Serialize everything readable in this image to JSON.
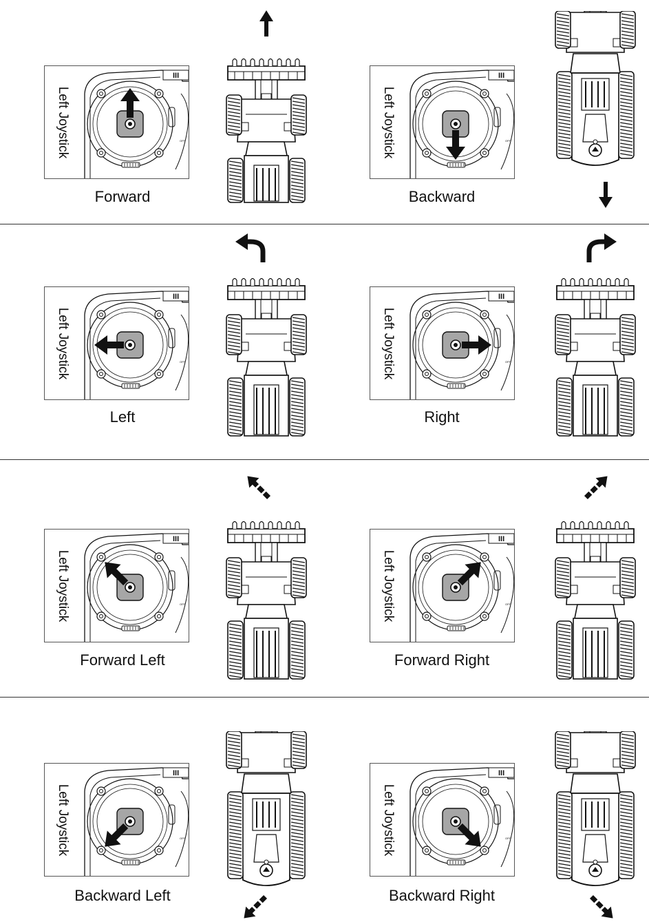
{
  "joystick_label": "Left Joystick",
  "panels": [
    {
      "caption": "Forward",
      "stick_direction": "up",
      "vehicle_view": "front",
      "movement_arrow": "straight-up"
    },
    {
      "caption": "Backward",
      "stick_direction": "down",
      "vehicle_view": "rear",
      "movement_arrow": "straight-down"
    },
    {
      "caption": "Left",
      "stick_direction": "left",
      "vehicle_view": "front",
      "movement_arrow": "curve-left"
    },
    {
      "caption": "Right",
      "stick_direction": "right",
      "vehicle_view": "front",
      "movement_arrow": "curve-right"
    },
    {
      "caption": "Forward Left",
      "stick_direction": "up-left",
      "vehicle_view": "front",
      "movement_arrow": "dashed-up-left"
    },
    {
      "caption": "Forward Right",
      "stick_direction": "up-right",
      "vehicle_view": "front",
      "movement_arrow": "dashed-up-right"
    },
    {
      "caption": "Backward Left",
      "stick_direction": "down-left",
      "vehicle_view": "rear",
      "movement_arrow": "dashed-down-left"
    },
    {
      "caption": "Backward Right",
      "stick_direction": "down-right",
      "vehicle_view": "rear",
      "movement_arrow": "dashed-down-right"
    }
  ],
  "icons": {
    "joystick": "remote-joystick-icon",
    "vehicle": "wheel-loader-icon",
    "arrow": "direction-arrow-icon"
  },
  "colors": {
    "line": "#111111",
    "stick_fill": "#a6a6a6",
    "frame": "#555555",
    "divider": "#333333"
  }
}
